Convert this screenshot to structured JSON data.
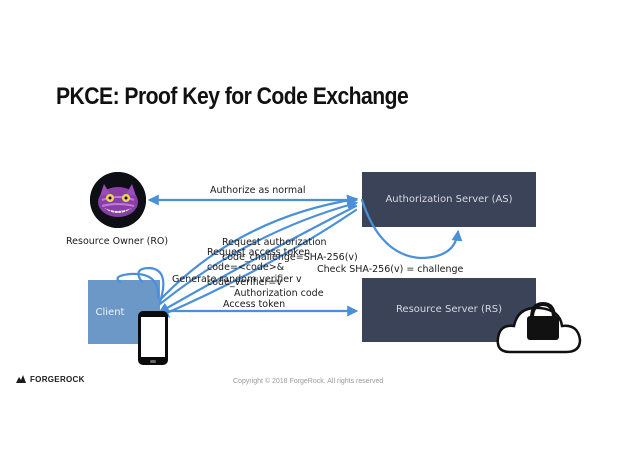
{
  "slide": {
    "title": "PKCE: Proof Key for Code Exchange",
    "copyright": "Copyright © 2018 ForgeRock. All rights reserved",
    "brand": "FORGEROCK"
  },
  "nodes": {
    "resource_owner": "Resource Owner (RO)",
    "client": "Client",
    "authorization_server": "Authorization Server (AS)",
    "resource_server": "Resource Server (RS)"
  },
  "flow_labels": {
    "authorize_as_normal": "Authorize as normal",
    "request_authorization": "Request authorization",
    "code_challenge": "code_challenge=SHA-256(v)",
    "request_access_token": "Request access token",
    "code_param": "code=<code>&",
    "code_verifier": "code_verifier=v",
    "generate_verifier": "Generate random verifier v",
    "check_sha": "Check SHA-256(v) = challenge",
    "authorization_code": "Authorization code",
    "access_token": "Access token"
  },
  "colors": {
    "arrow": "#4a90d9",
    "server_box": "#3a4357",
    "client_box": "#6b98c7",
    "title": "#111111"
  }
}
